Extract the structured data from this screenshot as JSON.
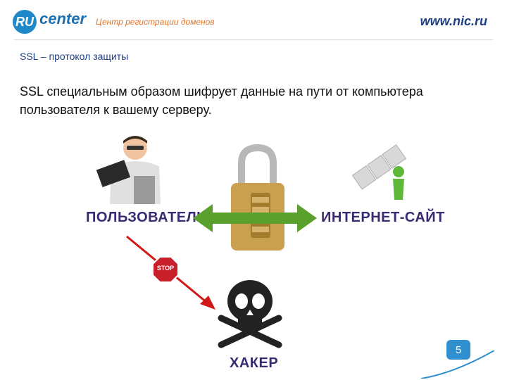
{
  "header": {
    "logo_mark": "RU",
    "logo_text": "center",
    "tagline": "Центр регистрации доменов",
    "site": "www.nic.ru"
  },
  "slide": {
    "title": "SSL – протокол защиты",
    "body": "SSL специальным образом шифрует данные на пути от компьютера пользователя к вашему серверу."
  },
  "labels": {
    "user": "ПОЛЬЗОВАТЕЛЬ",
    "site": "ИНТЕРНЕТ-САЙТ",
    "hacker": "ХАКЕР",
    "stop": "STOP"
  },
  "page_number": "5",
  "colors": {
    "accent": "#1e6fb0",
    "label": "#3a2a72",
    "arrow_green": "#5aa02c",
    "arrow_red": "#d01818",
    "stop_red": "#c8202a"
  }
}
